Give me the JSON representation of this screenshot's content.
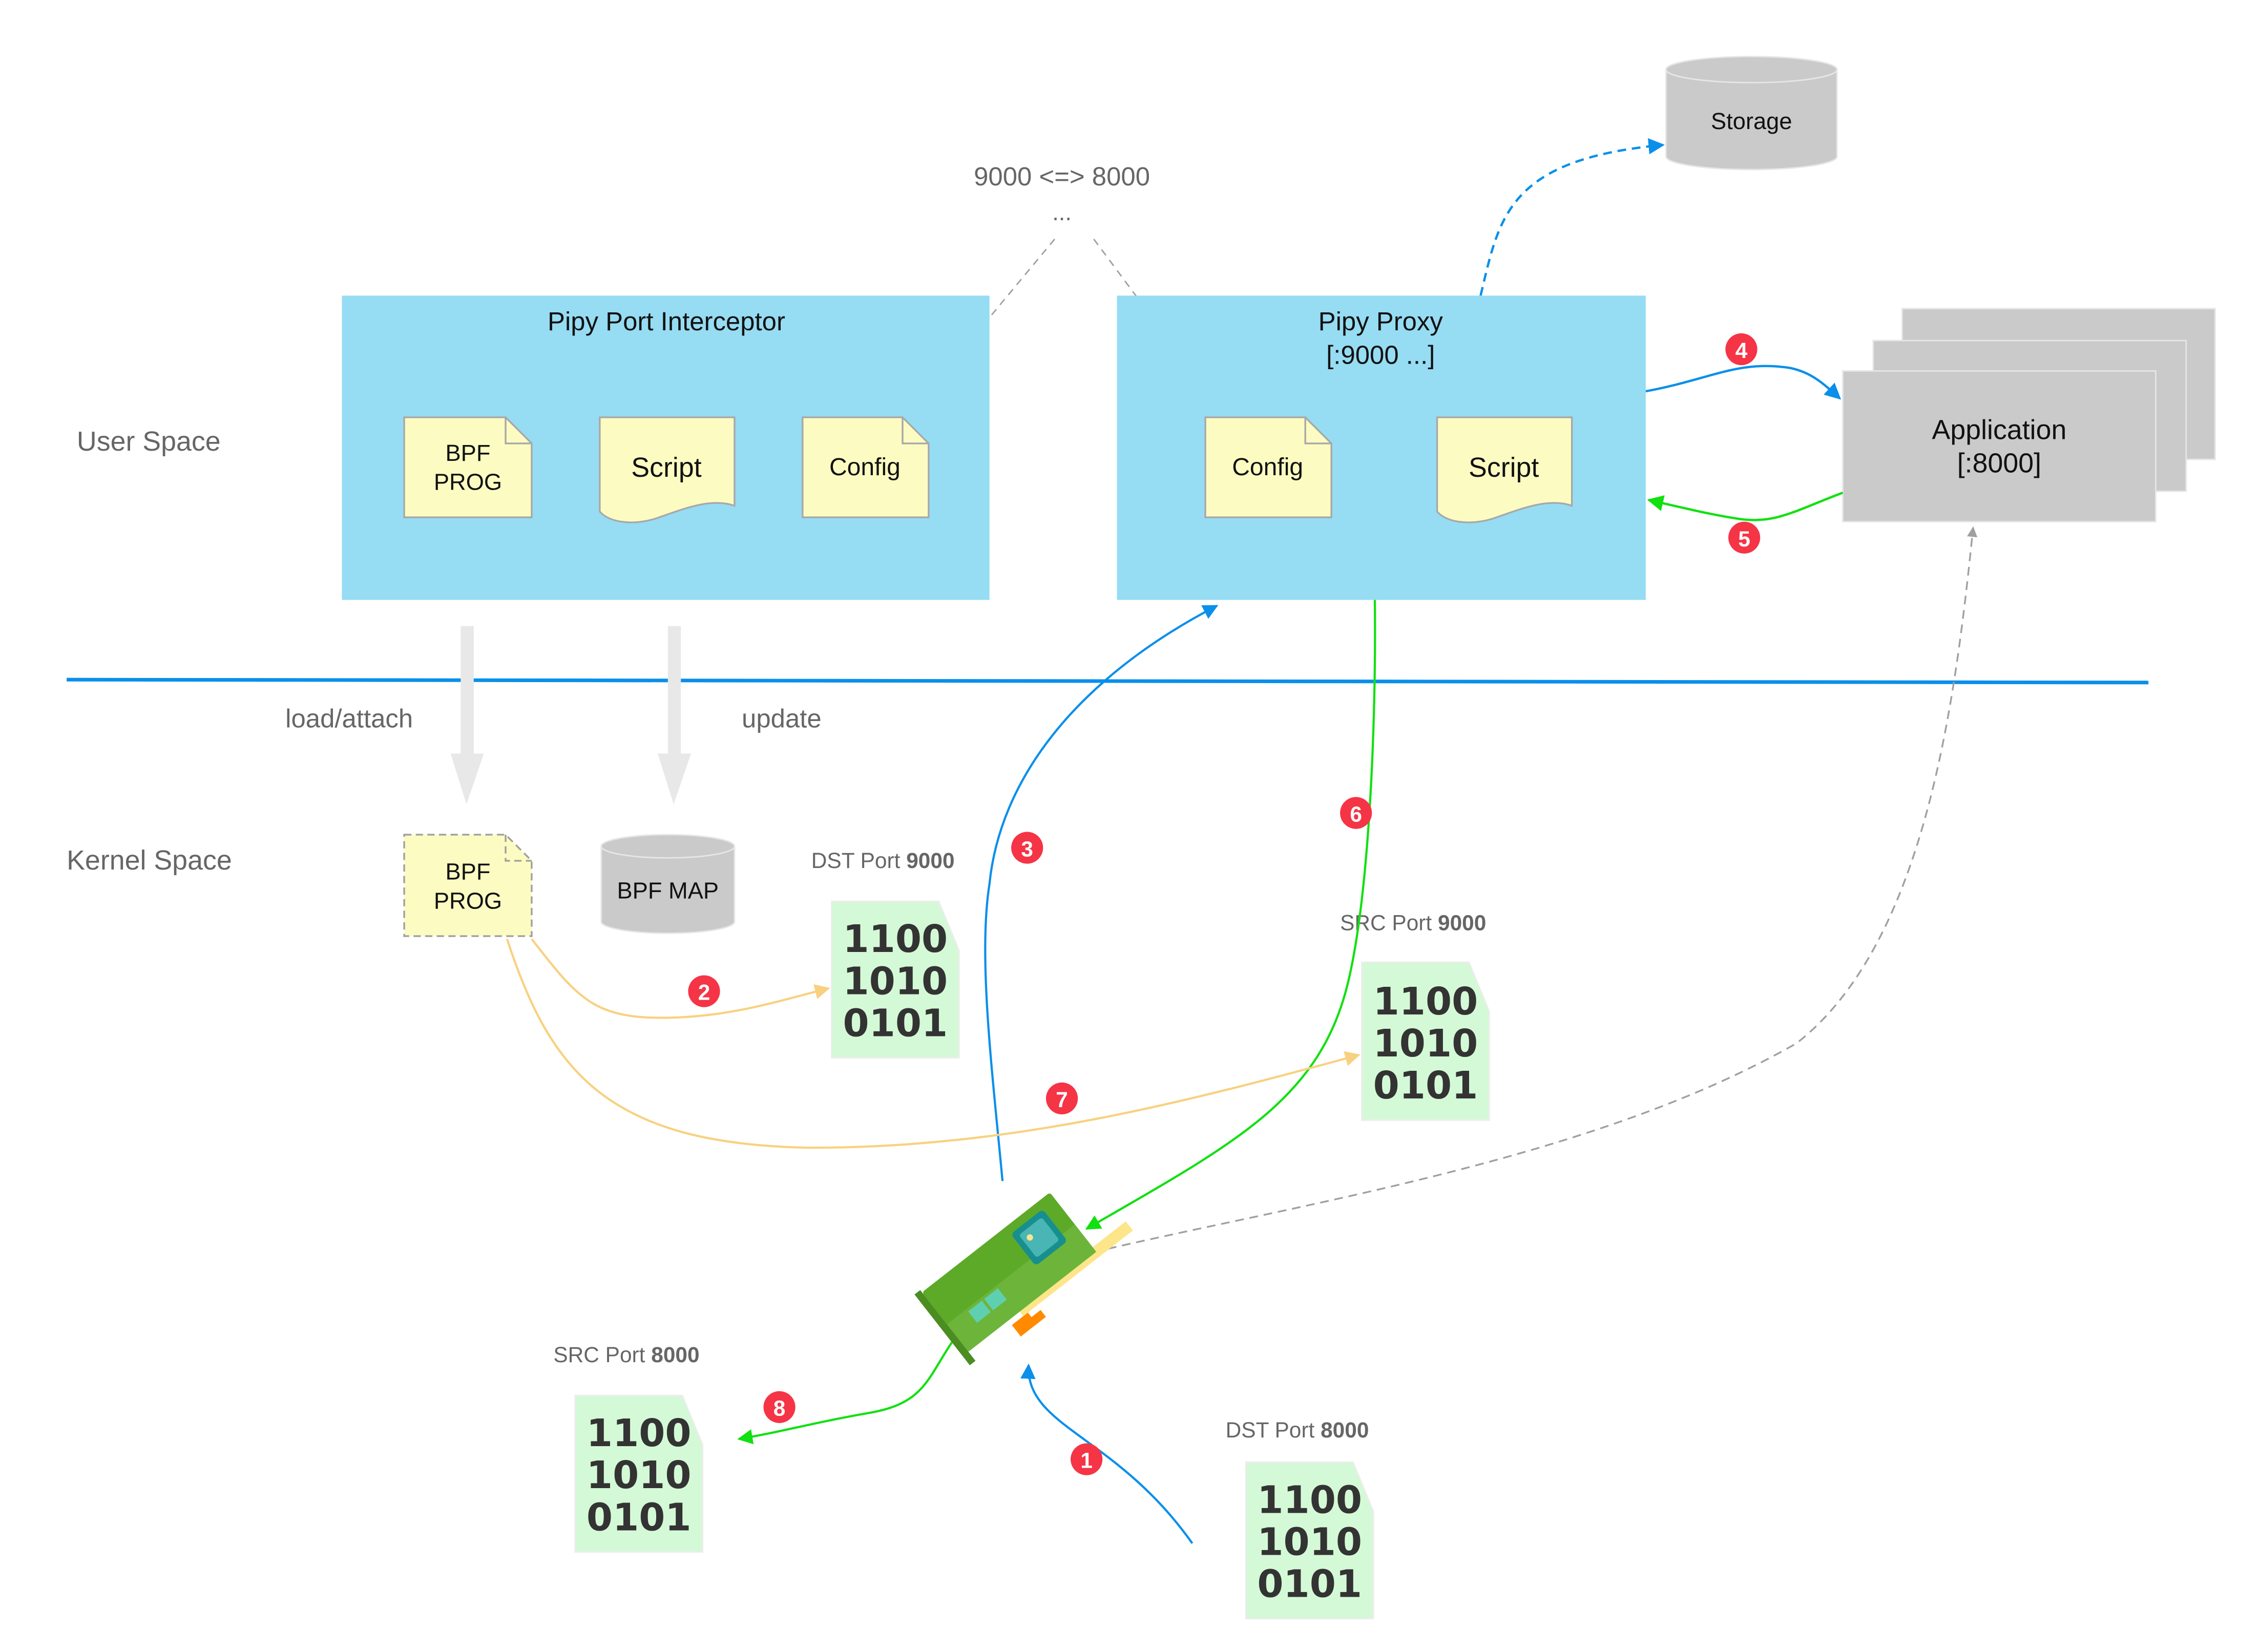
{
  "colors": {
    "box_blue": "#96DCF3",
    "note_yellow": "#FCFCC2",
    "note_border": "#A8A8A8",
    "gray_box": "#CACACA",
    "packet_green": "#D4F9D6",
    "badge_red": "#F53446",
    "arrow_blue": "#0A8FEA",
    "arrow_green": "#11E011",
    "arrow_orange": "#F8D180",
    "divider_blue": "#0A8FEA",
    "dashed_gray": "#A0A0A0",
    "big_arrow_gray": "#E8E8E8"
  },
  "regions": {
    "user_space": "User Space",
    "kernel_space": "Kernel Space"
  },
  "mapping_note": {
    "line1": "9000 <=> 8000",
    "line2": "..."
  },
  "storage": {
    "label": "Storage"
  },
  "interceptor": {
    "title": "Pipy Port Interceptor",
    "bpf_prog": [
      "BPF",
      "PROG"
    ],
    "script": "Script",
    "config": "Config"
  },
  "proxy": {
    "title_line1": "Pipy Proxy",
    "title_line2": "[:9000 ...]",
    "config": "Config",
    "script": "Script"
  },
  "application": {
    "line1": "Application",
    "line2": "[:8000]"
  },
  "kernel": {
    "load_attach": "load/attach",
    "update": "update",
    "bpf_prog": [
      "BPF",
      "PROG"
    ],
    "bpf_map": "BPF MAP"
  },
  "packets": [
    {
      "id": "dst9000",
      "label_prefix": "DST Port",
      "port": "9000",
      "bits": [
        "1100",
        "1010",
        "0101"
      ]
    },
    {
      "id": "src9000",
      "label_prefix": "SRC Port",
      "port": "9000",
      "bits": [
        "1100",
        "1010",
        "0101"
      ]
    },
    {
      "id": "src8000",
      "label_prefix": "SRC Port",
      "port": "8000",
      "bits": [
        "1100",
        "1010",
        "0101"
      ]
    },
    {
      "id": "dst8000",
      "label_prefix": "DST Port",
      "port": "8000",
      "bits": [
        "1100",
        "1010",
        "0101"
      ]
    }
  ],
  "steps": [
    "1",
    "2",
    "3",
    "4",
    "5",
    "6",
    "7",
    "8"
  ],
  "nic": {
    "icon": "network-card-icon"
  }
}
